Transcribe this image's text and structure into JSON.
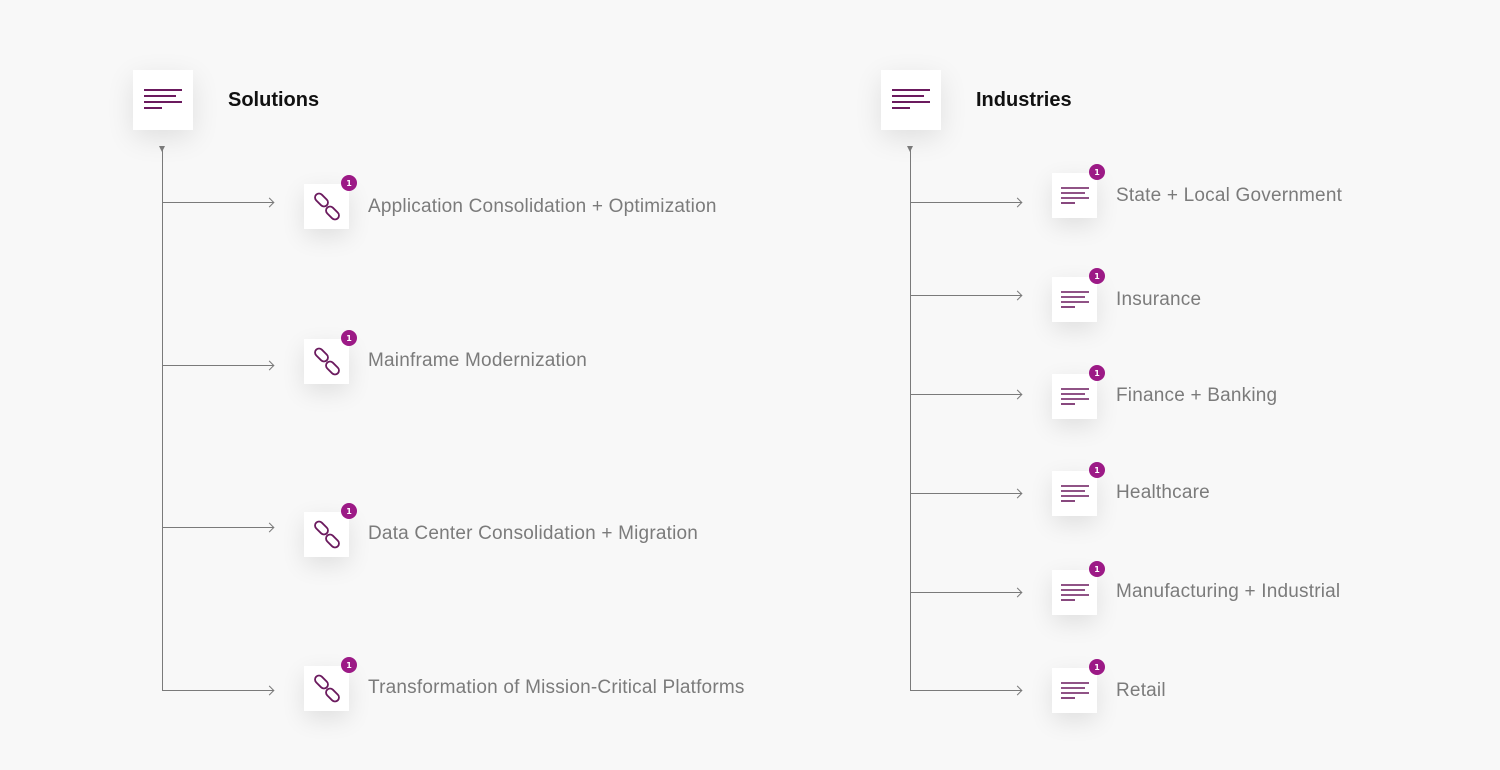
{
  "solutions": {
    "title": "Solutions",
    "root_icon": "list-icon",
    "items": [
      {
        "label": "Application Consolidation + Optimization",
        "icon": "link-icon",
        "badge": "1"
      },
      {
        "label": "Mainframe Modernization",
        "icon": "link-icon",
        "badge": "1"
      },
      {
        "label": "Data Center Consolidation + Migration",
        "icon": "link-icon",
        "badge": "1"
      },
      {
        "label": "Transformation of Mission-Critical Platforms",
        "icon": "link-icon",
        "badge": "1"
      }
    ]
  },
  "industries": {
    "title": "Industries",
    "root_icon": "list-icon",
    "items": [
      {
        "label": "State + Local Government",
        "icon": "list-icon",
        "badge": "1"
      },
      {
        "label": "Insurance",
        "icon": "list-icon",
        "badge": "1"
      },
      {
        "label": "Finance + Banking",
        "icon": "list-icon",
        "badge": "1"
      },
      {
        "label": "Healthcare",
        "icon": "list-icon",
        "badge": "1"
      },
      {
        "label": "Manufacturing + Industrial",
        "icon": "list-icon",
        "badge": "1"
      },
      {
        "label": "Retail",
        "icon": "list-icon",
        "badge": "1"
      }
    ]
  },
  "colors": {
    "accent": "#9c1a86",
    "icon_stroke": "#6b1a5e",
    "connector": "#7a7a7a",
    "label": "#7b7b7b",
    "title": "#111111",
    "background": "#f8f8f8"
  }
}
